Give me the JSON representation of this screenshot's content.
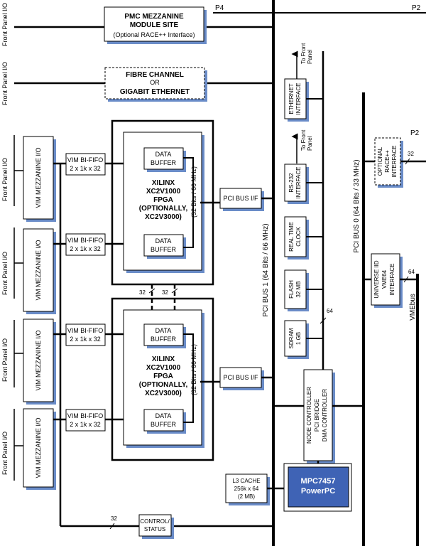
{
  "front_panel_io": "Front Panel I/O",
  "pmc": {
    "title_line1": "PMC MEZZANINE",
    "title_line2": "MODULE SITE",
    "subtitle": "(Optional RACE++ Interface)",
    "port": "P4"
  },
  "p2_top": "P2",
  "fibre": {
    "line1": "FIBRE CHANNEL",
    "line2": "OR",
    "line3": "GIGABIT ETHERNET"
  },
  "vim_mezzanine": "VIM MEZZANINE I/O",
  "bififo": {
    "line1": "VIM BI-FIFO",
    "line2": "2 x 1k x 32"
  },
  "data_buffer": {
    "line1": "DATA",
    "line2": "BUFFER"
  },
  "fpga": {
    "line1": "XILINX",
    "line2": "XC2V1000",
    "line3": "FPGA",
    "line4": "(OPTIONALLY,",
    "line5": "XC2V3000)"
  },
  "fpga_bus": "(32 Bits / 66 MHz)",
  "pci_bus_if": "PCI BUS I/F",
  "bus_width_32": "32",
  "bus_width_64": "64",
  "pci_bus1": "PCI BUS 1 (64 Bits / 66 MHz)",
  "pci_bus0": "PCI BUS 0 (64 Bits / 33 MHz)",
  "to_front_panel": {
    "line1": "To Front",
    "line2": "Panel"
  },
  "ethernet": {
    "line1": "ETHERNET",
    "line2": "INTERFACE"
  },
  "rs232": {
    "line1": "RS-232",
    "line2": "INTERFACE"
  },
  "rtc": {
    "line1": "REAL TIME",
    "line2": "CLOCK"
  },
  "flash": {
    "line1": "FLASH",
    "line2": "32 MB"
  },
  "sdram": {
    "line1": "SDRAM",
    "line2": "1 GB"
  },
  "node_controller": {
    "line1": "NODE CONTROLLER",
    "line2": "PCI BRIDGE",
    "line3": "DMA CONTROLLER"
  },
  "optional_race": {
    "line1": "OPTIONAL",
    "line2": "RACE++",
    "line3": "INTERFACE"
  },
  "p2_right": "P2",
  "universe": {
    "line1": "UNIVERSE IID",
    "line2": "VME64",
    "line3": "INTERFACE"
  },
  "vmebus": "VMEbus",
  "l3_cache": {
    "line1": "L3 CACHE",
    "line2": "256k x 64",
    "line3": "(2 MB)"
  },
  "mpc": {
    "line1": "MPC7457",
    "line2": "PowerPC"
  },
  "control_status": {
    "line1": "CONTROL/",
    "line2": "STATUS"
  },
  "colors": {
    "shadow": "#6a8cc8",
    "processor_fill": "#3f63b5",
    "line": "#000000"
  }
}
